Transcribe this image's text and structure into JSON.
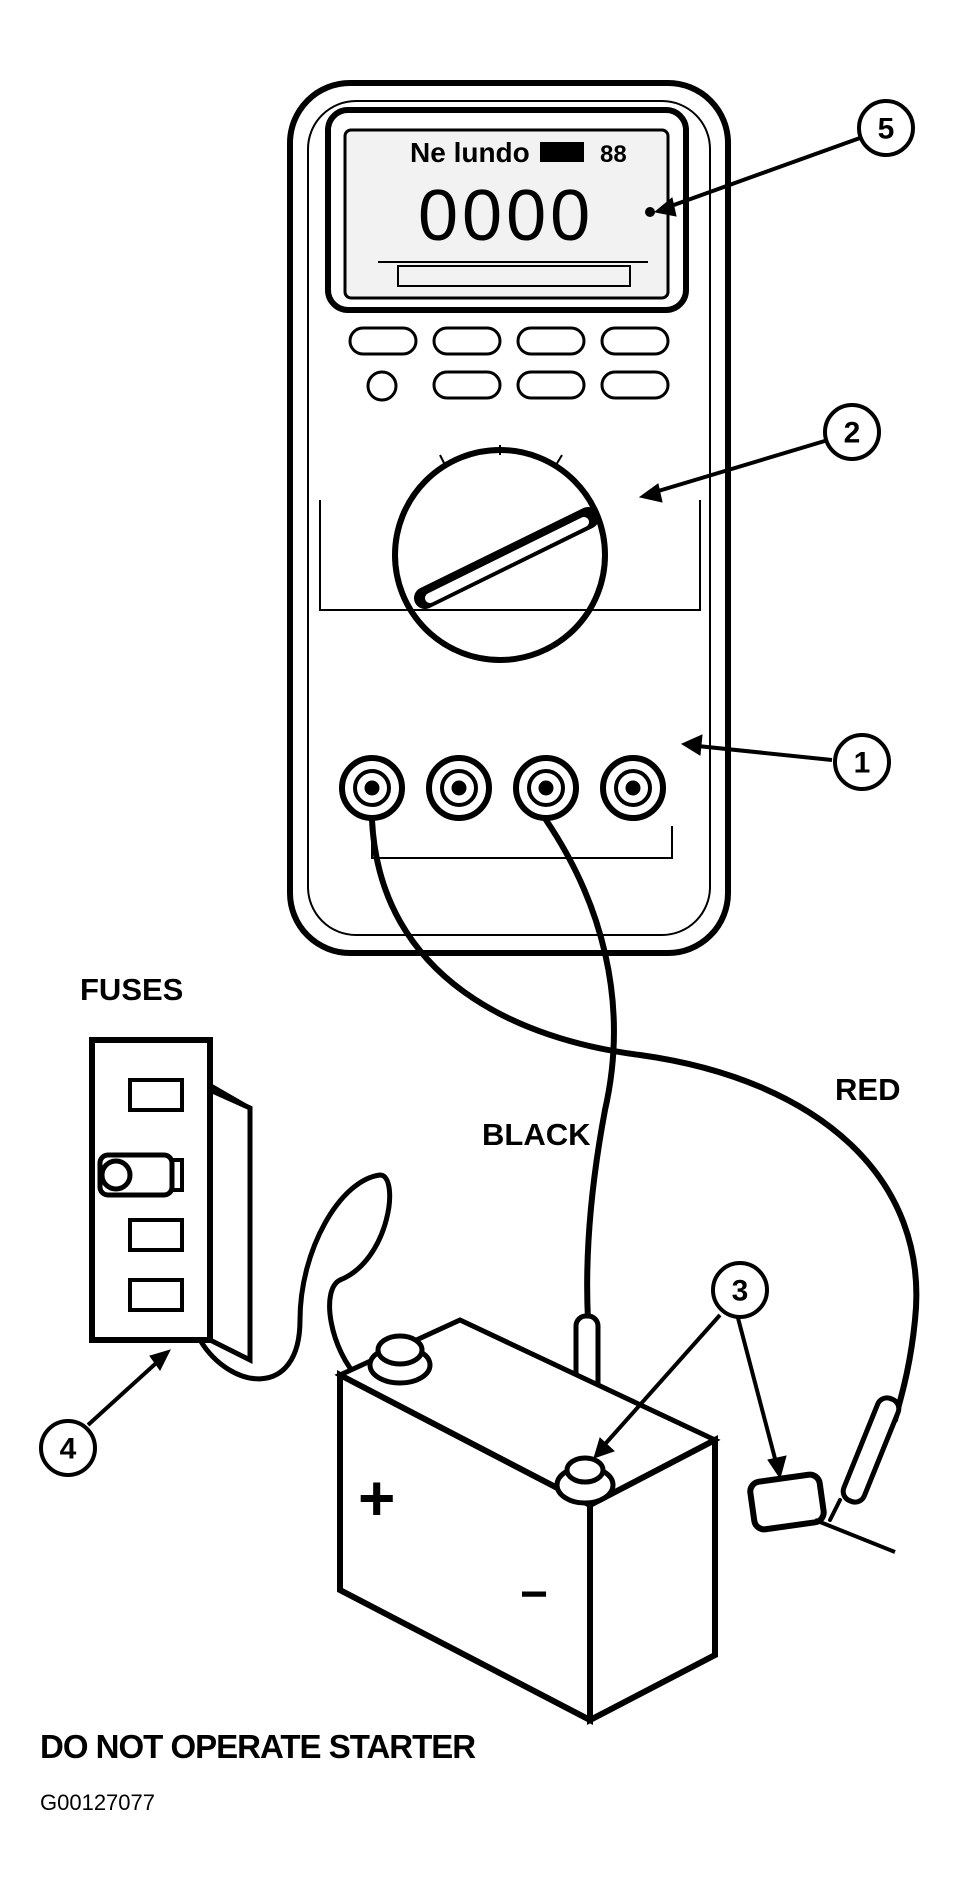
{
  "meter": {
    "brand": "Ne lundo",
    "model": "88",
    "display_reading": "0000"
  },
  "labels": {
    "fuses": "FUSES",
    "black": "BLACK",
    "red": "RED",
    "battery_plus": "+",
    "battery_minus": "−"
  },
  "callouts": [
    "1",
    "2",
    "3",
    "4",
    "5"
  ],
  "caption": "DO NOT OPERATE STARTER",
  "figure_id": "G00127077"
}
